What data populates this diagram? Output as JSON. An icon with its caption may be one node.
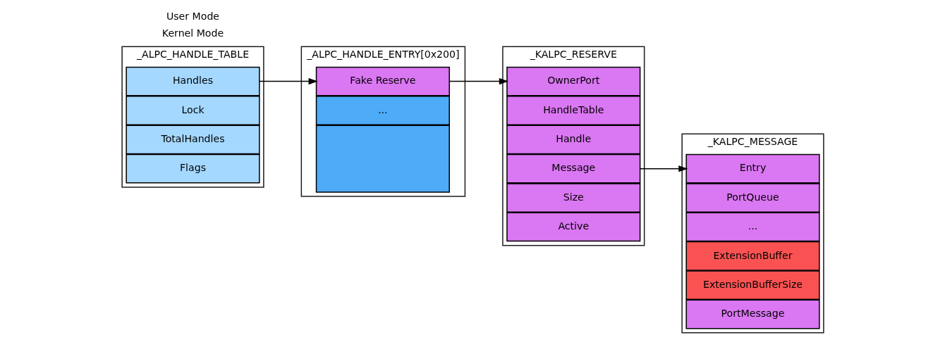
{
  "diagram": {
    "nodes": [
      {
        "text": [
          "_ALPC_HANDLE_TABLE"
        ]
      },
      {
        "text": [
          "Handles"
        ],
        "in": 0
      },
      {
        "text": [
          "Lock"
        ],
        "in": 0
      },
      {
        "text": [
          "TotalHandles"
        ],
        "in": 0
      },
      {
        "text": [
          "Flags"
        ],
        "in": 0
      },
      {
        "text": [
          "_ALPC_HANDLE_ENTRY[0x200]"
        ]
      },
      {
        "text": [
          "Fake Reserve"
        ],
        "in": 5
      },
      {
        "text": [
          "..."
        ],
        "in": 5
      },
      {
        "text": [],
        "shape": "box",
        "in": 5
      },
      {
        "text": [
          "_KALPC_RESERVE"
        ]
      },
      {
        "text": [
          "OwnerPort"
        ],
        "in": 9
      },
      {
        "text": [
          "HandleTable"
        ],
        "in": 9
      },
      {
        "text": [
          "Handle"
        ],
        "in": 9
      },
      {
        "text": [
          "Message"
        ],
        "in": 9
      },
      {
        "text": [
          "Size"
        ],
        "in": 9
      },
      {
        "text": [
          "Active"
        ],
        "in": 9
      },
      {
        "text": [
          "_KALPC_MESSAGE"
        ]
      },
      {
        "text": [
          "Entry"
        ],
        "in": 16
      },
      {
        "text": [
          "PortQueue"
        ],
        "in": 16
      },
      {
        "text": [
          "..."
        ],
        "in": 16
      },
      {
        "text": [
          "ExtensionBuffer"
        ],
        "in": 16
      },
      {
        "text": [
          "ExtensionBufferSize"
        ],
        "in": 16
      },
      {
        "text": [
          "PortMessage"
        ],
        "in": 16
      }
    ],
    "edges": [
      {
        "from": 1,
        "to": 6,
        "arrow": "to"
      },
      {
        "from": 6,
        "to": 10,
        "arrow": "to"
      },
      {
        "from": 13,
        "to": 17,
        "arrow": "to"
      }
    ],
    "labels": [
      "Kernel Mode",
      "User Mode"
    ]
  }
}
